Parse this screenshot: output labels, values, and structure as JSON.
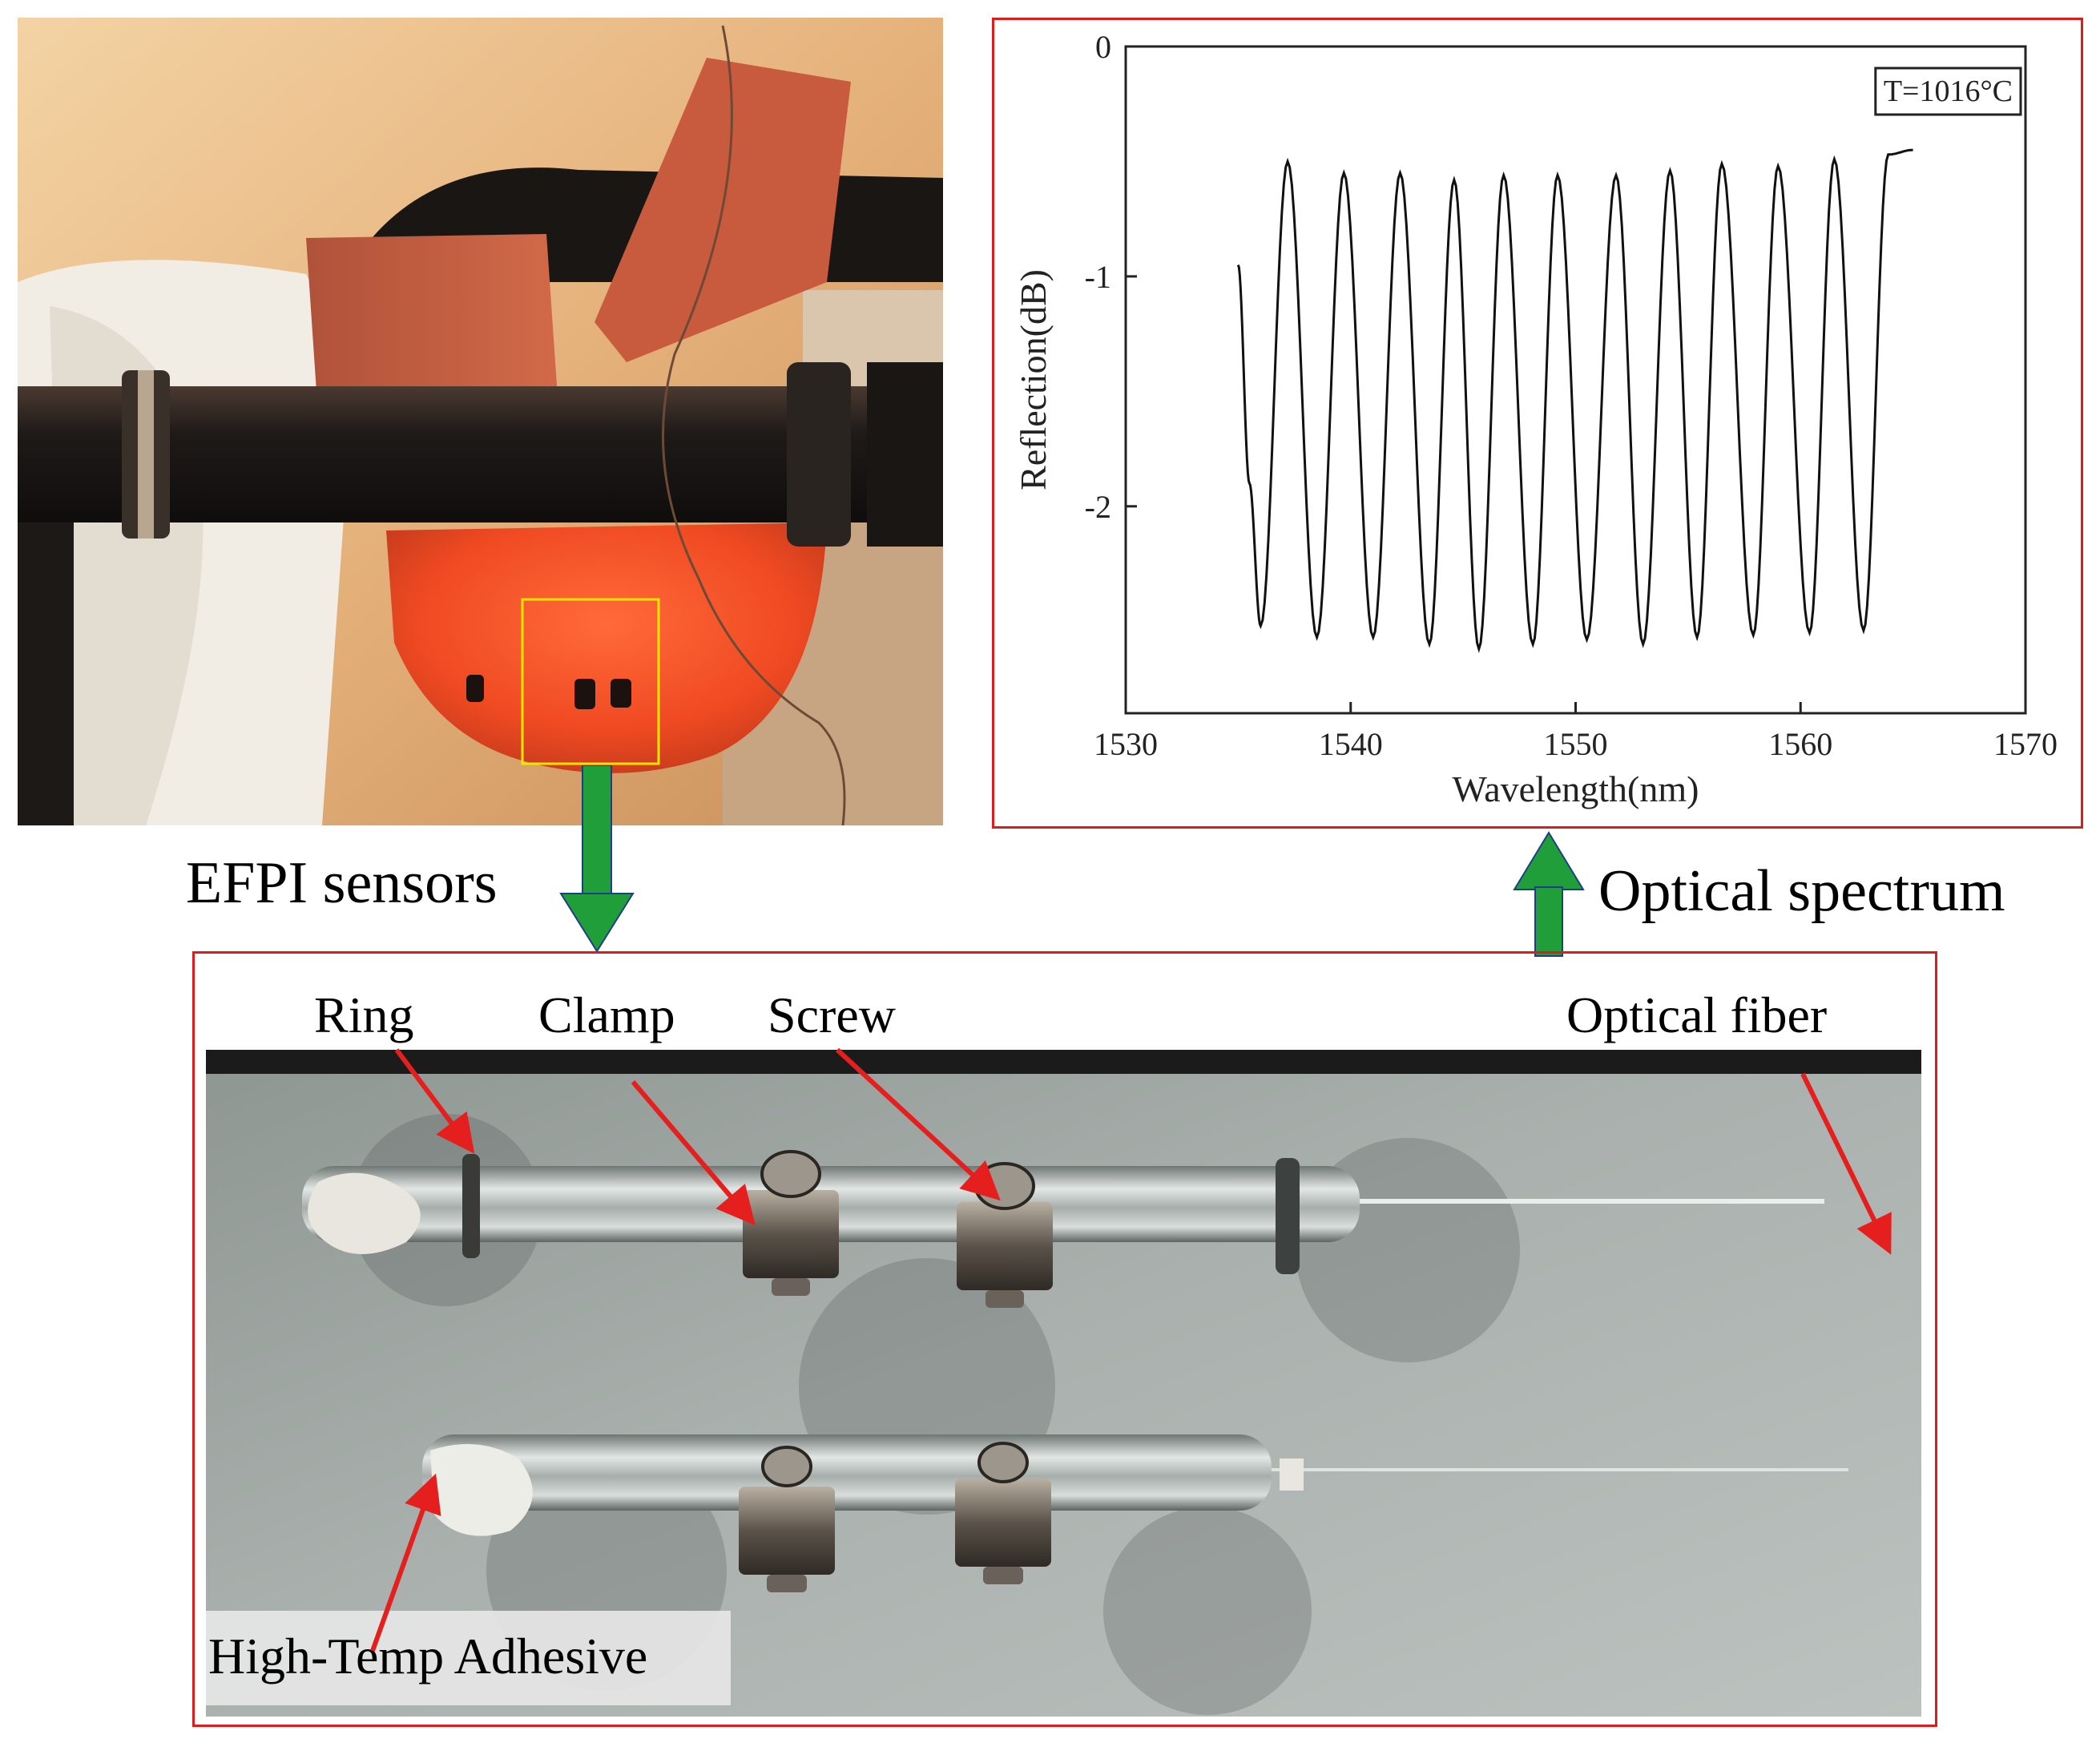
{
  "top_left_photo": {
    "description_icon": "furnace-photo"
  },
  "labels": {
    "efpi_sensors": "EFPI sensors",
    "optical_spectrum": "Optical spectrum"
  },
  "bottom_photo": {
    "callouts": {
      "ring": "Ring",
      "clamp": "Clamp",
      "screw": "Screw",
      "optical_fiber": "Optical fiber",
      "adhesive": "High-Temp Adhesive"
    }
  },
  "colors": {
    "frame": "#e01b1b",
    "arrow": "#1f9e3a",
    "highlight": "#f2e600",
    "callout_arrow": "#e51e1e"
  },
  "chart_data": {
    "type": "line",
    "title": "",
    "annotation": "T=1016°C",
    "xlabel": "Wavelength(nm)",
    "ylabel": "Reflection(dB)",
    "xlim": [
      1530,
      1570
    ],
    "ylim": [
      -2.9,
      0
    ],
    "xticks": [
      1530,
      1540,
      1550,
      1560,
      1570
    ],
    "yticks": [
      0,
      -1,
      -2
    ],
    "xtick_labels": [
      "1530",
      "1540",
      "1550",
      "1560",
      "1570"
    ],
    "ytick_labels": [
      "0",
      "-1",
      "-2"
    ],
    "grid": false,
    "series": [
      {
        "x": [
          1535.0,
          1535.5,
          1536.0,
          1537.2,
          1538.5,
          1539.7,
          1541.0,
          1542.2,
          1543.5,
          1544.6,
          1545.7,
          1546.8,
          1548.1,
          1549.2,
          1550.5,
          1551.8,
          1553.0,
          1554.2,
          1555.4,
          1556.5,
          1557.9,
          1559.0,
          1560.4,
          1561.5,
          1562.8,
          1563.9,
          1565.0
        ],
        "y": [
          -0.95,
          -1.9,
          -2.52,
          -0.5,
          -2.57,
          -0.55,
          -2.57,
          -0.55,
          -2.6,
          -0.58,
          -2.62,
          -0.56,
          -2.6,
          -0.56,
          -2.58,
          -0.56,
          -2.6,
          -0.54,
          -2.57,
          -0.51,
          -2.56,
          -0.52,
          -2.55,
          -0.49,
          -2.54,
          -0.47,
          -0.45
        ]
      }
    ]
  }
}
